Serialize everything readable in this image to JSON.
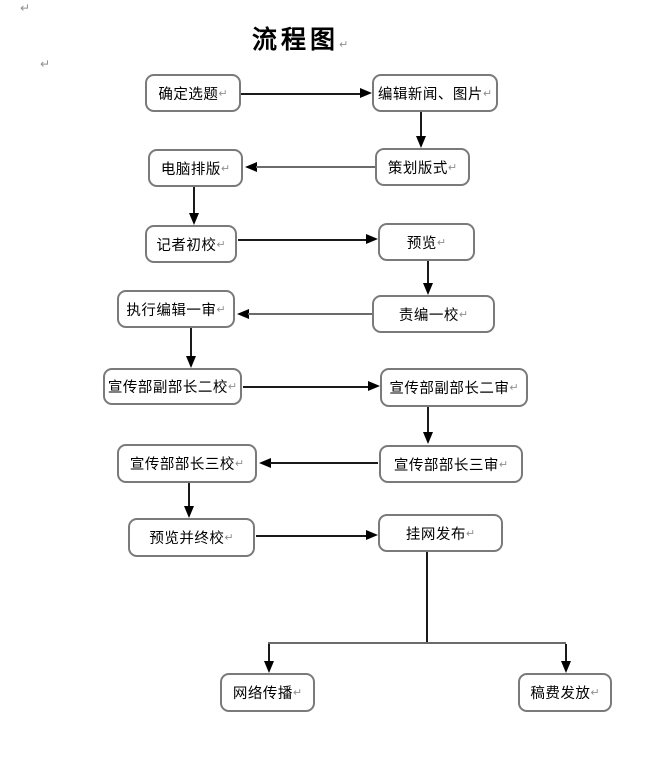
{
  "page": {
    "title": "流程图",
    "paragraph_mark": "↵"
  },
  "colors": {
    "box_border": "#7a7a7a",
    "arrow": "#000000",
    "thick_line": "#6b6b6b",
    "text": "#000000",
    "paragraph_mark": "#8f8f8f",
    "background": "#ffffff"
  },
  "flowchart": {
    "nodes": [
      {
        "id": "determine-topic",
        "label": "确定选题"
      },
      {
        "id": "edit-news-images",
        "label": "编辑新闻、图片"
      },
      {
        "id": "computer-typesetting",
        "label": "电脑排版"
      },
      {
        "id": "plan-layout",
        "label": "策划版式"
      },
      {
        "id": "reporter-first-proof",
        "label": "记者初校"
      },
      {
        "id": "preview",
        "label": "预览"
      },
      {
        "id": "executive-editor-first-review",
        "label": "执行编辑一审"
      },
      {
        "id": "duty-editor-first-proof",
        "label": "责编一校"
      },
      {
        "id": "deputy-director-second-proof",
        "label": "宣传部副部长二校"
      },
      {
        "id": "deputy-director-second-review",
        "label": "宣传部副部长二审"
      },
      {
        "id": "director-third-proof",
        "label": "宣传部部长三校"
      },
      {
        "id": "director-third-review",
        "label": "宣传部部长三审"
      },
      {
        "id": "preview-final-proof",
        "label": "预览并终校"
      },
      {
        "id": "publish-online",
        "label": "挂网发布"
      },
      {
        "id": "network-distribution",
        "label": "网络传播"
      },
      {
        "id": "fee-payment",
        "label": "稿费发放"
      }
    ]
  }
}
